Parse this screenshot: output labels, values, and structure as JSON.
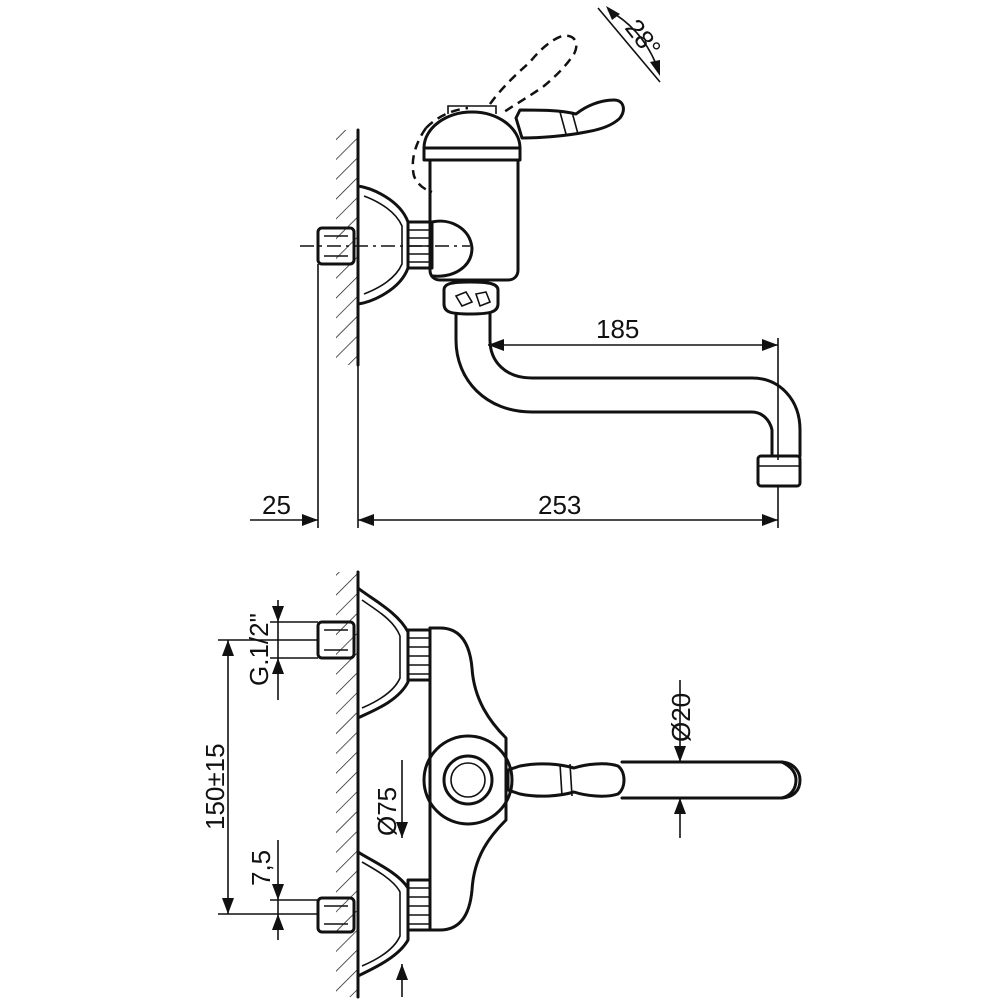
{
  "drawing": {
    "side_view": {
      "handle_angle": "28°",
      "spout_reach": "185",
      "wall_offset": "25",
      "total_projection": "253"
    },
    "front_view": {
      "thread_size": "G.1/2\"",
      "center_distance": "150±15",
      "eccentric_offset": "7,5",
      "rosette_diameter": "Ø75",
      "spout_diameter": "Ø20"
    }
  }
}
